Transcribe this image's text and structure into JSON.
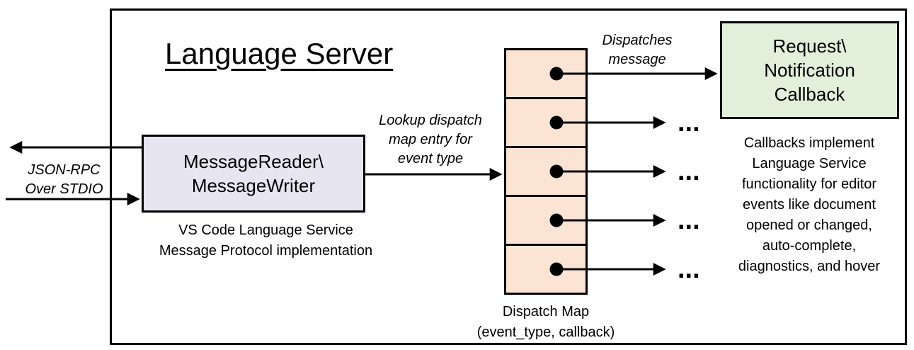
{
  "title": "Language Server",
  "stdio_label": {
    "lines": [
      "JSON-RPC",
      "Over STDIO"
    ]
  },
  "message_box": {
    "lines": [
      "MessageReader\\",
      "MessageWriter"
    ],
    "caption_lines": [
      "VS Code Language Service",
      "Message Protocol implementation"
    ]
  },
  "lookup_label": {
    "lines": [
      "Lookup dispatch",
      "map entry for",
      "event type"
    ]
  },
  "dispatches_label": {
    "lines": [
      "Dispatches",
      "message"
    ]
  },
  "callback_box": {
    "lines": [
      "Request\\",
      "Notification",
      "Callback"
    ]
  },
  "callbacks_note": {
    "lines": [
      "Callbacks implement",
      "Language Service",
      "functionality for editor",
      "events like document",
      "opened or changed,",
      "auto-complete,",
      "diagnostics, and hover"
    ]
  },
  "dispatch_map": {
    "cell_count": 5,
    "caption_lines": [
      "Dispatch Map",
      "(event_type, callback)"
    ]
  },
  "ellipsis": "...",
  "colors": {
    "message_box_fill": "#e7e6f0",
    "dispatch_map_fill": "#fce4d4",
    "callback_box_fill": "#e2efda",
    "border": "#000000"
  }
}
